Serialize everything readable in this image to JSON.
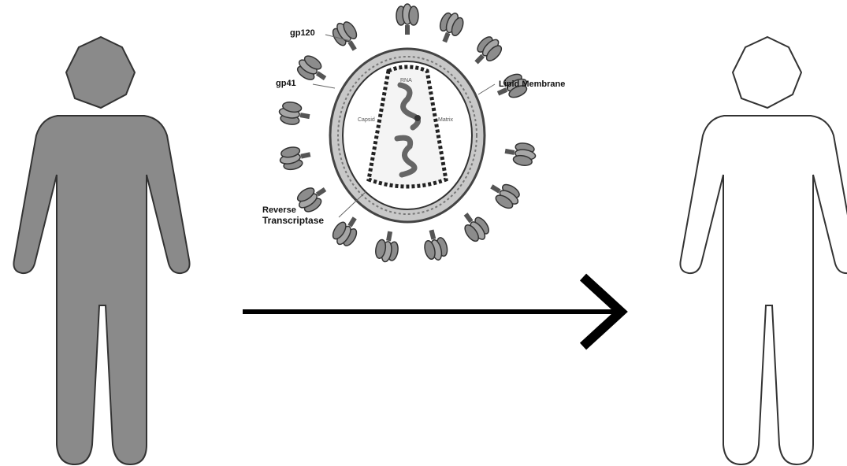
{
  "colors": {
    "infected_person_fill": "#8a8a8a",
    "healthy_person_fill": "#ffffff",
    "outline": "#333333",
    "arrow": "#000000",
    "envelope": "#c8c8c8",
    "spike": "#6a6a6a"
  },
  "icons": {
    "left_person": "infected-person-icon",
    "right_person": "healthy-person-icon",
    "virus": "hiv-virion-icon",
    "arrow": "transmission-arrow-icon"
  },
  "virus_labels": {
    "gp120": "gp120",
    "gp41": "gp41",
    "lipid_membrane": "Lipid Membrane",
    "reverse_line1": "Reverse",
    "reverse_line2": "Transcriptase",
    "capsid": "Capsid",
    "matrix": "Matrix",
    "rna": "RNA"
  }
}
